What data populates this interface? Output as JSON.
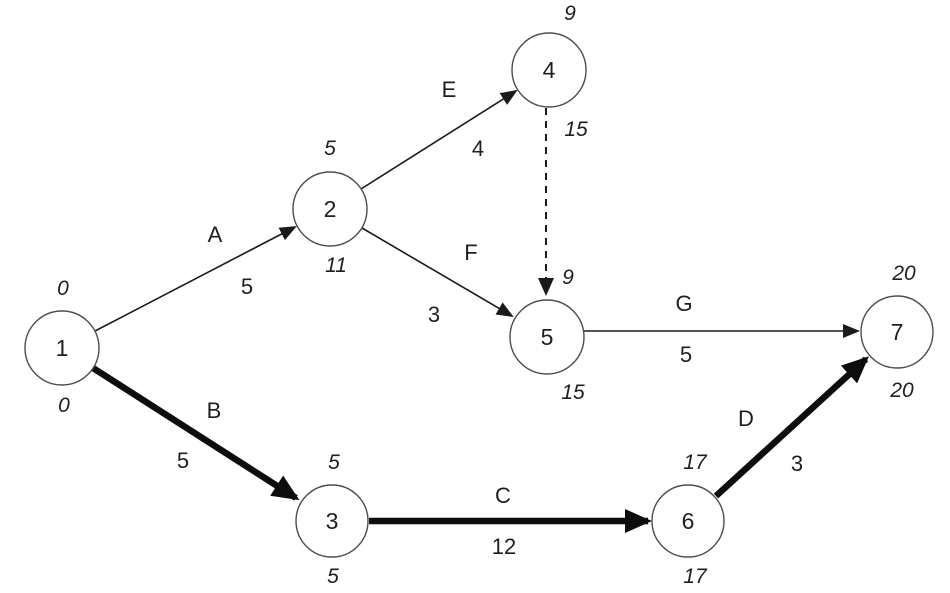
{
  "diagram": {
    "type": "activity-on-arrow-network",
    "background_color": "#ffffff",
    "line_color": "#1a1a1a",
    "nodes": [
      {
        "label": "1",
        "early": "0",
        "late": "0"
      },
      {
        "label": "2",
        "early": "5",
        "late": "11"
      },
      {
        "label": "3",
        "early": "5",
        "late": "5"
      },
      {
        "label": "4",
        "early": "9",
        "late": "15"
      },
      {
        "label": "5",
        "early": "9",
        "late": "15"
      },
      {
        "label": "6",
        "early": "17",
        "late": "17"
      },
      {
        "label": "7",
        "early": "20",
        "late": "20"
      }
    ],
    "edges": [
      {
        "activity": "A",
        "duration": "5",
        "from": "1",
        "to": "2",
        "emphasis": "thin"
      },
      {
        "activity": "B",
        "duration": "5",
        "from": "1",
        "to": "3",
        "emphasis": "bold"
      },
      {
        "activity": "C",
        "duration": "12",
        "from": "3",
        "to": "6",
        "emphasis": "bold"
      },
      {
        "activity": "D",
        "duration": "3",
        "from": "6",
        "to": "7",
        "emphasis": "bold"
      },
      {
        "activity": "E",
        "duration": "4",
        "from": "2",
        "to": "4",
        "emphasis": "thin"
      },
      {
        "activity": "F",
        "duration": "3",
        "from": "2",
        "to": "5",
        "emphasis": "thin"
      },
      {
        "activity": "G",
        "duration": "5",
        "from": "5",
        "to": "7",
        "emphasis": "thin"
      }
    ],
    "dummy_edge": {
      "from": "4",
      "to": "5",
      "style": "dashed"
    }
  }
}
